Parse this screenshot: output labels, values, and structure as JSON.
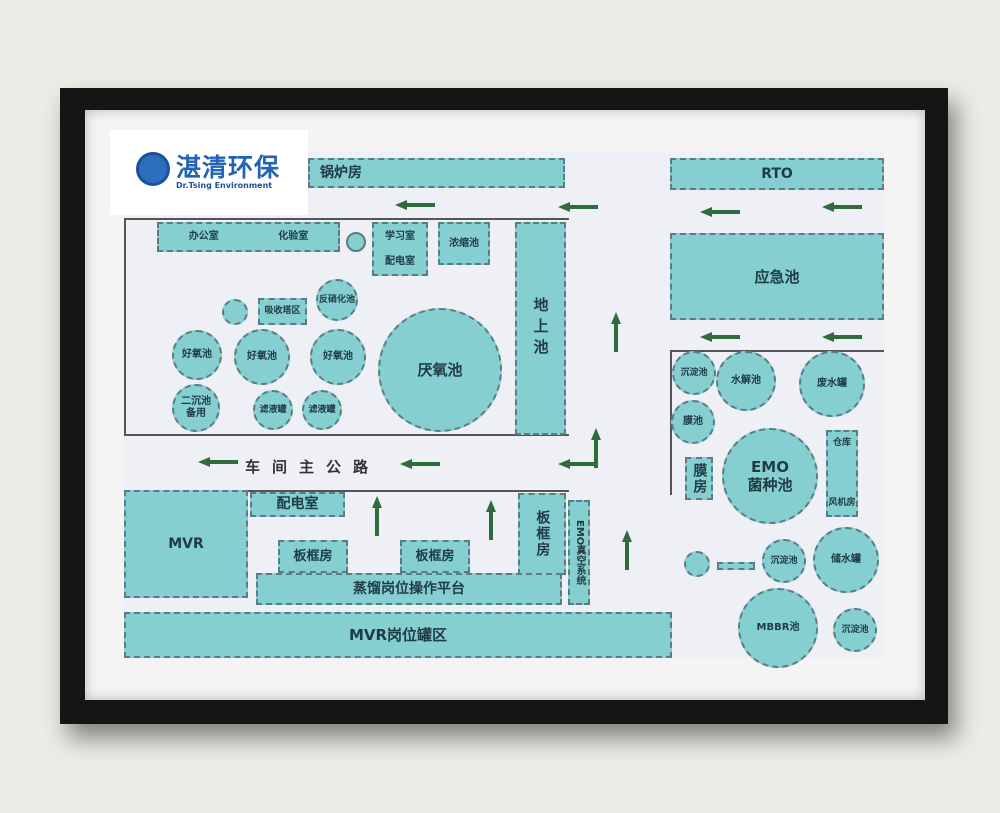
{
  "logo": {
    "cn": "湛清环保",
    "en": "Dr.Tsing Environment"
  },
  "colors": {
    "tank": "#86cfd1",
    "arrow": "#2f6b3c",
    "frame": "#151515"
  },
  "road": "车间主公路",
  "labels": {
    "boiler": "锅炉房",
    "rto": "RTO",
    "office": "办公室",
    "lab": "化验室",
    "study": "学习室",
    "power1": "配电室",
    "concentrate": "浓缩池",
    "ground": "地上池",
    "absorb": "吸收塔区",
    "denitri": "反硝化池",
    "aerobic": "好氧池",
    "anaerobic": "厌氧池",
    "secondary": "二沉池\n备用",
    "filtrate": "滤液罐",
    "emergency": "应急池",
    "sediment": "沉淀池",
    "hydrolysis": "水解池",
    "wastewater": "废水罐",
    "membrane_pool": "膜池",
    "membrane_room": "膜房",
    "emo": "EMO\n菌种池",
    "warehouse": "仓库",
    "blower": "风机房",
    "storage": "储水罐",
    "mbbr": "MBBR池",
    "mvr": "MVR",
    "power2": "配电室",
    "filterpress": "板框房",
    "distill": "蒸馏岗位操作平台",
    "emo_vacuum": "EMO真空系统",
    "mvr_tank": "MVR岗位罐区"
  }
}
